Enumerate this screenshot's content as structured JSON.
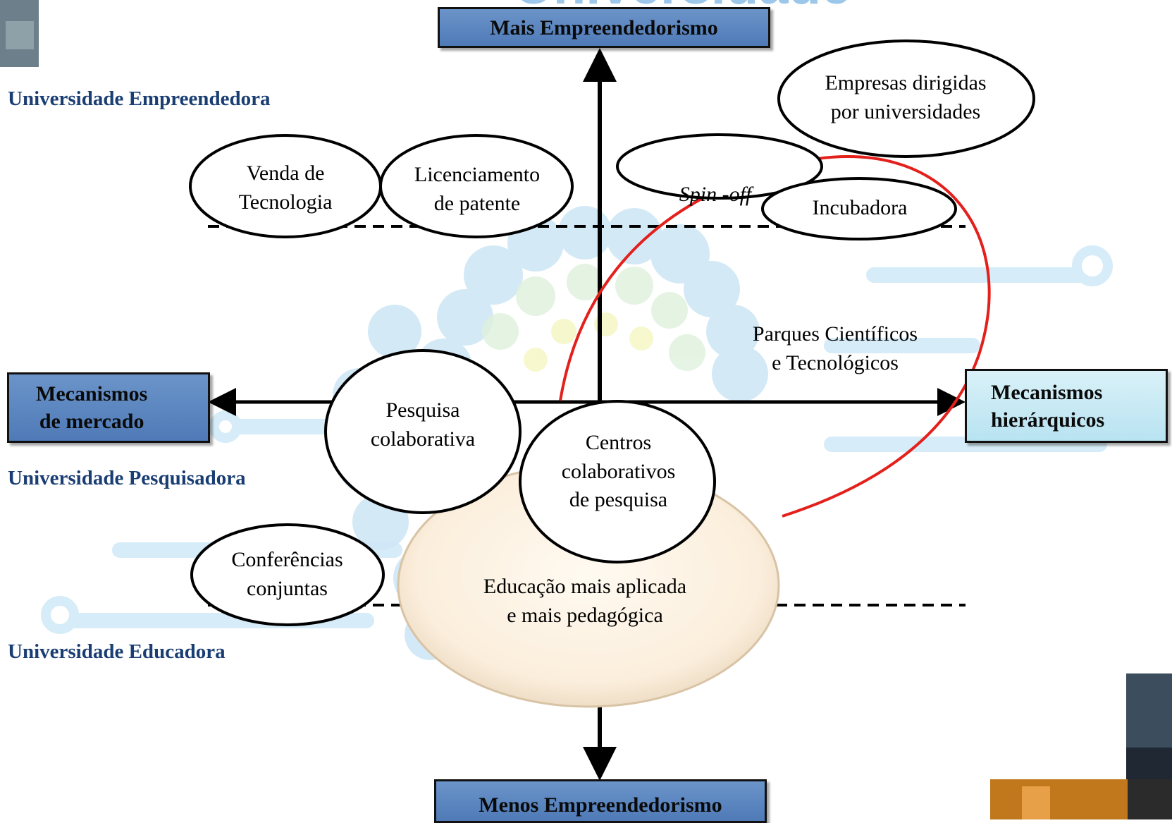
{
  "axes": {
    "top": "Mais Empreendedorismo",
    "bottom": "Menos Empreendedorismo",
    "left": "Mecanismos\nde mercado",
    "right": "Mecanismos\nhierárquicos"
  },
  "levels": {
    "entrepreneur": "Universidade Empreendedora",
    "research": "Universidade Pesquisadora",
    "educator": "Universidade Educadora"
  },
  "bubbles": {
    "venda": "Venda de\nTecnologia",
    "licenciamento": "Licenciamento\nde patente",
    "empresas": "Empresas dirigidas\npor universidades",
    "spinoff_a": "Spin",
    "spinoff_b": "-off",
    "incubadora": "Incubadora",
    "parques": "Parques Científicos\ne Tecnológicos",
    "pesquisa": "Pesquisa\ncolaborativa",
    "centros": "Centros\ncolaborativos\nde pesquisa",
    "conferencias": "Conferências\nconjuntas",
    "educacao": "Educação mais aplicada\ne mais pedagógica"
  },
  "title_fragment": "Universidade",
  "colors": {
    "boxBlue": "#5683bf",
    "boxLight": "#c6e9f4",
    "levelLabel": "#1a3e73",
    "redCurve": "#e3201b",
    "eduFill": "#fdf3e4"
  }
}
